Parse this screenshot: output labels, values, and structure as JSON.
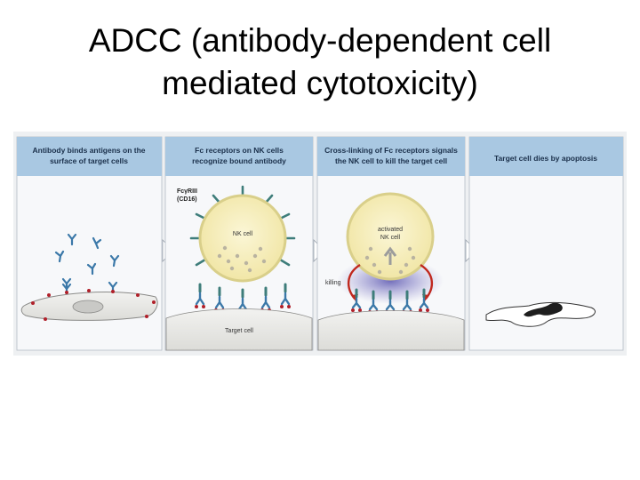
{
  "slide": {
    "title_line1": "ADCC (antibody-dependent cell",
    "title_line2": "mediated cytotoxicity)"
  },
  "panels": [
    {
      "header_line1": "Antibody binds antigens on the",
      "header_line2": "surface of target cells"
    },
    {
      "header_line1": "Fc receptors on NK cells",
      "header_line2": "recognize bound antibody"
    },
    {
      "header_line1": "Cross-linking of Fc receptors signals",
      "header_line2": "the NK cell to kill the target cell"
    },
    {
      "header_line1": "Target cell dies by apoptosis",
      "header_line2": ""
    }
  ],
  "labels": {
    "fc_receptor_line1": "FcγRIII",
    "fc_receptor_line2": "(CD16)",
    "nk_cell": "NK cell",
    "activated_line1": "activated",
    "activated_line2": "NK cell",
    "killing": "killing",
    "target_cell": "Target cell"
  },
  "colors": {
    "header_bg": "#a9c8e2",
    "panel_bg": "#f7f8fa",
    "nk_cell_fill": "#f8f1c2",
    "nk_cell_ring": "#d9cf8a",
    "receptor": "#3e7d7a",
    "antibody": "#3b78a8",
    "antigen": "#b0202a",
    "target_cell": "#ececea",
    "killing_arrow": "#c0281e",
    "killing_glow": "#6a66b8"
  }
}
